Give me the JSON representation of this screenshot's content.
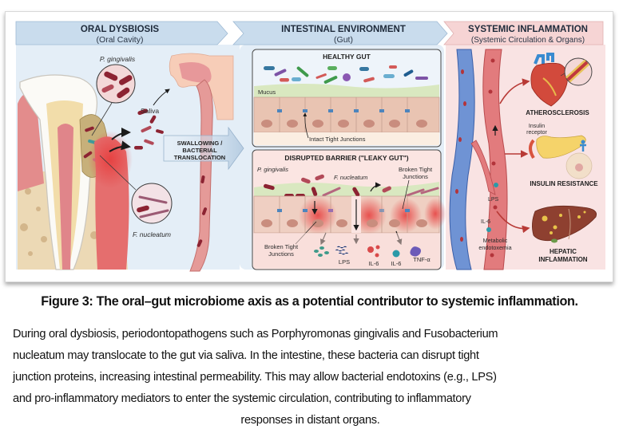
{
  "figure": {
    "panels": [
      {
        "id": "oral",
        "title": "ORAL DYSBIOSIS",
        "subtitle": "(Oral Cavity)"
      },
      {
        "id": "gut",
        "title": "INTESTINAL ENVIRONMENT",
        "subtitle": "(Gut)"
      },
      {
        "id": "systemic",
        "title": "SYSTEMIC INFLAMMATION",
        "subtitle": "(Systemic Circulation & Organs)"
      }
    ],
    "oral": {
      "bacteria_top": "P. gingivalis",
      "bacteria_bottom": "F. nucleatum",
      "saliva": "Saliva",
      "transfer_arrow": [
        "SWALLOWING /",
        "BACTERIAL",
        "TRANSLOCATION"
      ]
    },
    "gut": {
      "healthy": {
        "title": "HEALTHY GUT",
        "mucus": "Mucus",
        "junctions": "Intact Tight Junctions"
      },
      "disrupted": {
        "title": "DISRUPTED BARRIER (\"LEAKY GUT\")",
        "pg": "P. gingivalis",
        "fn": "F. nucleatum",
        "broken_right": [
          "Broken Tight",
          "Junctions"
        ],
        "broken_left": [
          "Broken Tight",
          "Junctions"
        ],
        "mediators": [
          "LPS",
          "IL-6",
          "IL-6",
          "TNF-α"
        ]
      }
    },
    "systemic": {
      "athero": "ATHEROSCLEROSIS",
      "receptor": [
        "Insulin",
        "receptor"
      ],
      "insulin": "INSULIN RESISTANCE",
      "lps": "LPS",
      "il6": "IL-6",
      "endotox": [
        "Metabolic",
        "endotoxemia"
      ],
      "hepatic": [
        "HEPATIC",
        "INFLAMMATION"
      ]
    },
    "colors": {
      "header_blue": "#c9dced",
      "header_pink": "#f6d4d4",
      "bg_blue": "#e4eef7",
      "bg_pink": "#f9e3e3",
      "bacteria": "#8c2332",
      "vein": "#4f78c4",
      "artery": "#d2545a"
    }
  },
  "caption": {
    "title": "Figure 3: The oral–gut microbiome axis as a potential contributor to systemic inflammation.",
    "lines": [
      "During oral dysbiosis, periodontopathogens such as Porphyromonas gingivalis and Fusobacterium",
      "nucleatum may translocate to the gut via saliva. In the intestine, these bacteria can disrupt tight",
      "junction proteins, increasing intestinal permeability. This may allow bacterial endotoxins (e.g., LPS)",
      "and pro-inflammatory mediators to enter the systemic circulation, contributing to inflammatory",
      "responses in distant organs."
    ]
  }
}
